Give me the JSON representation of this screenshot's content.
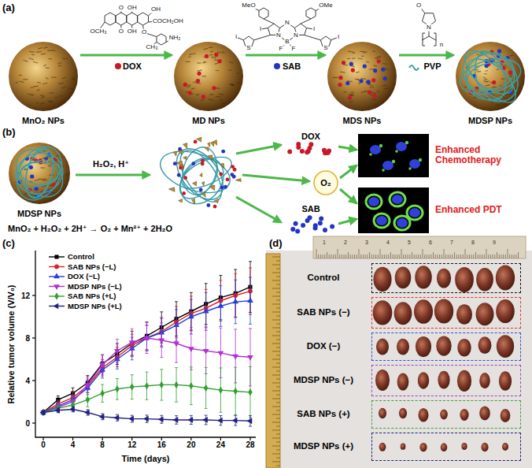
{
  "diagram": {
    "nodes": [
      {
        "text": [
          "MnO₂ NPs"
        ]
      },
      {
        "text": [
          "MD NPs"
        ]
      },
      {
        "text": [
          "MDS NPs"
        ]
      },
      {
        "text": [
          "MDSP NPs"
        ]
      },
      {
        "text": [
          "MDSP NPs"
        ]
      },
      {
        "text": [
          "DOX"
        ]
      },
      {
        "text": [
          "O₂"
        ]
      },
      {
        "text": [
          "SAB"
        ]
      },
      {
        "text": [
          "Enhanced Chemotherapy"
        ]
      },
      {
        "text": [
          "Enhanced PDT"
        ]
      },
      {
        "text": [
          "Control"
        ]
      },
      {
        "text": [
          "SAB NPs (−)"
        ]
      },
      {
        "text": [
          "DOX (−)"
        ]
      },
      {
        "text": [
          "MDSP NPs (−)"
        ]
      },
      {
        "text": [
          "SAB NPs (+)"
        ]
      },
      {
        "text": [
          "MDSP NPs (+)"
        ]
      }
    ],
    "edges": [
      {
        "from": 0,
        "to": 1,
        "label": "DOX",
        "arrow": "to"
      },
      {
        "from": 1,
        "to": 2,
        "label": "SAB",
        "arrow": "to"
      },
      {
        "from": 2,
        "to": 3,
        "label": "PVP",
        "arrow": "to"
      },
      {
        "from": 5,
        "to": 8,
        "arrow": "to"
      },
      {
        "from": 6,
        "to": 8,
        "arrow": "to"
      },
      {
        "from": 6,
        "to": 9,
        "arrow": "to"
      },
      {
        "from": 7,
        "to": 9,
        "arrow": "to"
      }
    ],
    "labels": [
      "(a)",
      "O",
      "OH",
      "OH",
      "COCH₂OH",
      "OCH₃",
      "O",
      "OH",
      "O",
      "NH₂",
      "CH₃",
      "MeO",
      "OMe",
      "N",
      "N",
      "N",
      "B",
      "F",
      "F",
      "I",
      "I",
      "S",
      "S",
      "I",
      "I",
      "O",
      "N",
      "n",
      "(b)",
      "H₂O₂, H⁺",
      "MnO₂ + H₂O₂ + 2H⁺ → O₂ + Mn²⁺ + 2H₂O",
      "(c)",
      "Relative tumor volume (V/V₀)",
      "Time (days)",
      "0",
      "4",
      "8",
      "12",
      "16",
      "20",
      "24",
      "28",
      "0",
      "4",
      "8",
      "12",
      "(d)",
      "1",
      "2",
      "3",
      "4",
      "5",
      "6",
      "7",
      "8",
      "9"
    ],
    "legend": [
      {
        "text": "Control"
      },
      {
        "text": "SAB NPs (−L)"
      },
      {
        "text": "DOX (−L)"
      },
      {
        "text": "MDSP NPs (−L)"
      },
      {
        "text": "SAB NPs (+L)"
      },
      {
        "text": "MDSP NPs (+L)"
      }
    ]
  }
}
